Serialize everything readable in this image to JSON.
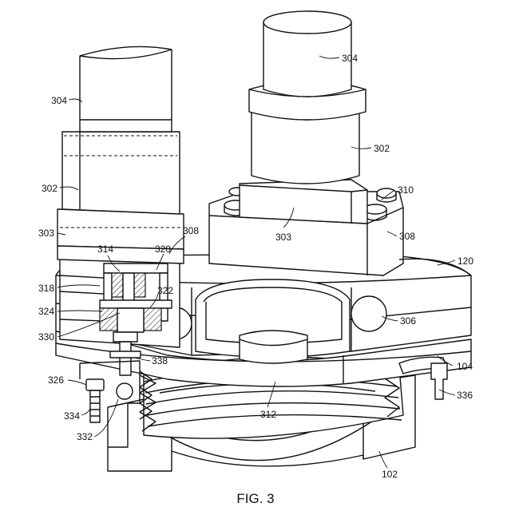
{
  "figure": {
    "caption": "FIG. 3",
    "labels": {
      "l304a": "304",
      "l304b": "304",
      "l302a": "302",
      "l302b": "302",
      "l303a": "303",
      "l303b": "303",
      "l310": "310",
      "l308a": "308",
      "l308b": "308",
      "l120": "120",
      "l314": "314",
      "l320": "320",
      "l318": "318",
      "l322": "322",
      "l324": "324",
      "l306": "306",
      "l330": "330",
      "l104": "104",
      "l338": "338",
      "l326": "326",
      "l336": "336",
      "l312": "312",
      "l334": "334",
      "l332": "332",
      "l102": "102"
    }
  }
}
